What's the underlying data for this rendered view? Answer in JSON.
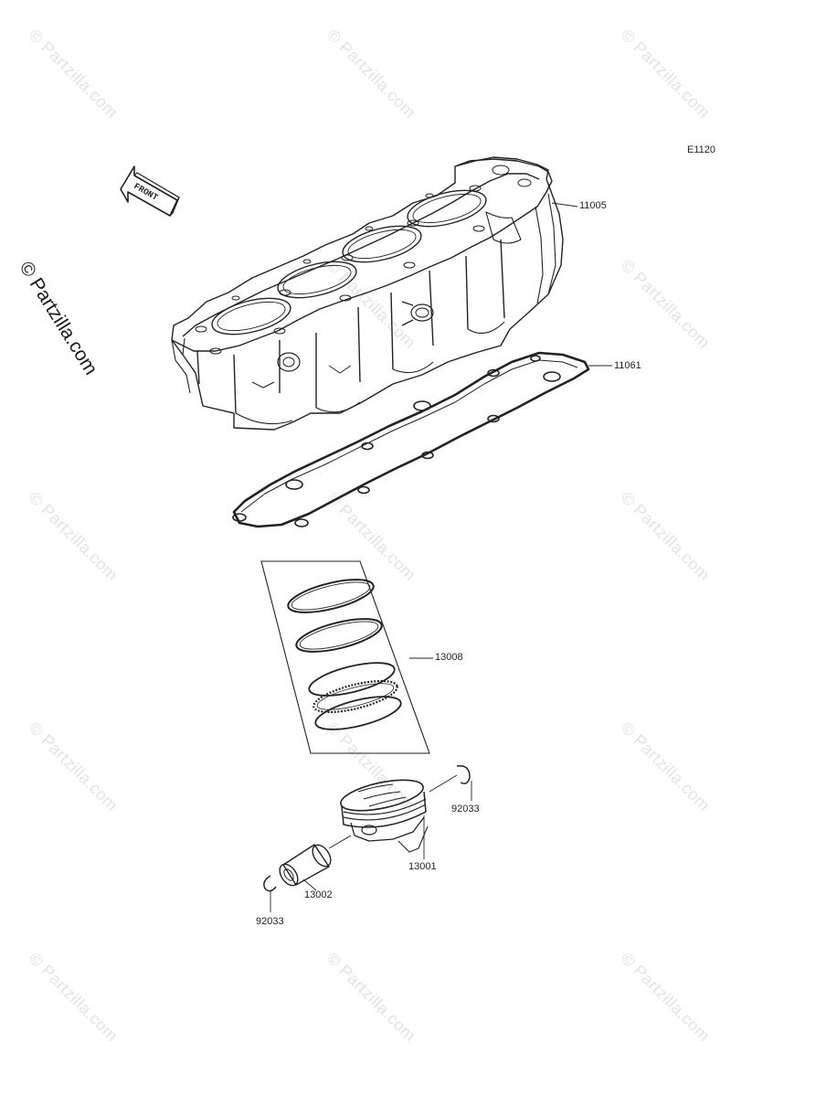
{
  "diagram_code": "E1120",
  "watermark": "© Partzilla.com",
  "front_label": "FRONT",
  "parts": [
    {
      "id": "cylinder",
      "number": "11005"
    },
    {
      "id": "gasket",
      "number": "11061"
    },
    {
      "id": "ring-set",
      "number": "13008"
    },
    {
      "id": "piston",
      "number": "13001"
    },
    {
      "id": "piston-pin",
      "number": "13002"
    },
    {
      "id": "snap-ring-right",
      "number": "92033"
    },
    {
      "id": "snap-ring-left",
      "number": "92033"
    }
  ]
}
